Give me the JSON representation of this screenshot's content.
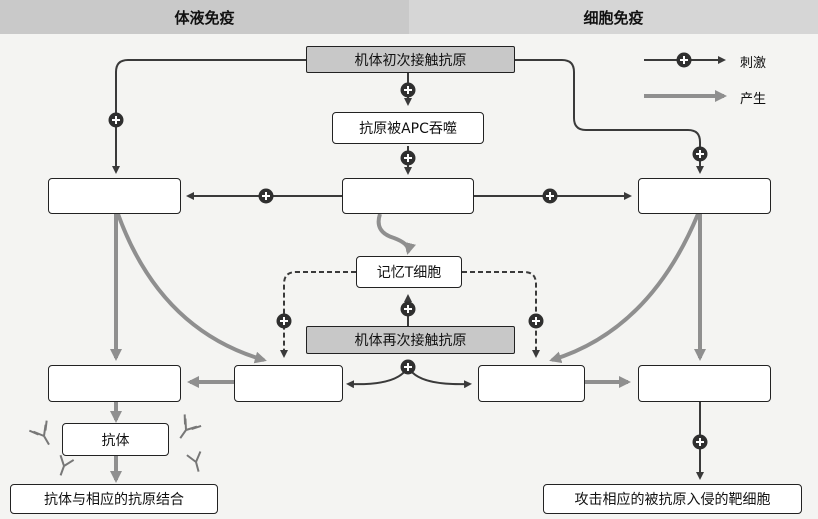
{
  "headers": {
    "humoral": "体液免疫",
    "cellular": "细胞免疫"
  },
  "boxes": {
    "first_contact": "机体初次接触抗原",
    "apc_engulf": "抗原被APC吞噬",
    "memory_t": "记忆T细胞",
    "second_contact": "机体再次接触抗原",
    "antibody": "抗体",
    "antibody_binding": "抗体与相应的抗原结合",
    "attack_target": "攻击相应的被抗原入侵的靶细胞",
    "blank_helper_t": "",
    "blank_b_cell": "",
    "blank_cytotoxic_t": "",
    "blank_plasma_cell": "",
    "blank_memory_b": "",
    "blank_memory_t2": "",
    "blank_effector_t": ""
  },
  "legend": {
    "stimulate": "刺激",
    "produce": "产生"
  },
  "colors": {
    "stimulate_line": "#3a3a3a",
    "produce_line": "#8f8f8f",
    "gray_box": "#c8c8c8"
  }
}
